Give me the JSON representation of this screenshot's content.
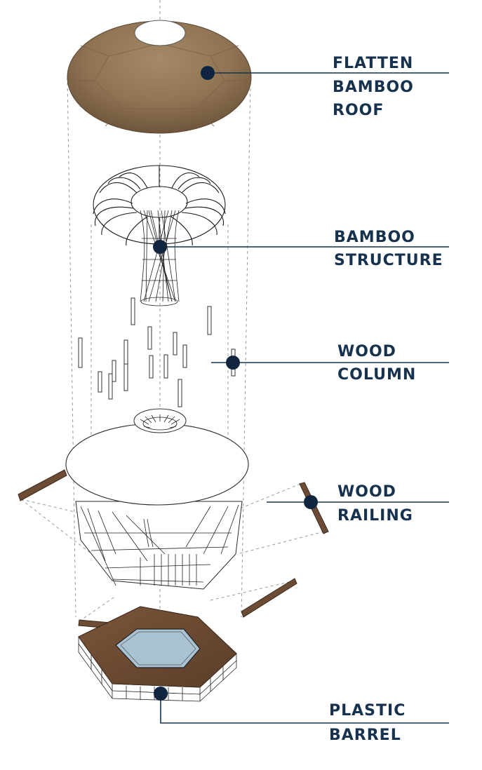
{
  "labels": {
    "roof": [
      "FLATTEN",
      "BAMBOO",
      "ROOF"
    ],
    "structure": [
      "BAMBOO",
      "STRUCTURE"
    ],
    "column": [
      "WOOD",
      "COLUMN"
    ],
    "railing": [
      "WOOD",
      "RAILING"
    ],
    "barrel": [
      "PLASTIC",
      "BARREL"
    ]
  },
  "colors": {
    "label_text": "#17324f",
    "leader_line": "#17324f",
    "marker_dot": "#0f2540",
    "roof_wood": "#8f7353",
    "deck_wood": "#6b4a33",
    "railing_wood": "#6d4c35",
    "water": "#a9c3d3"
  }
}
